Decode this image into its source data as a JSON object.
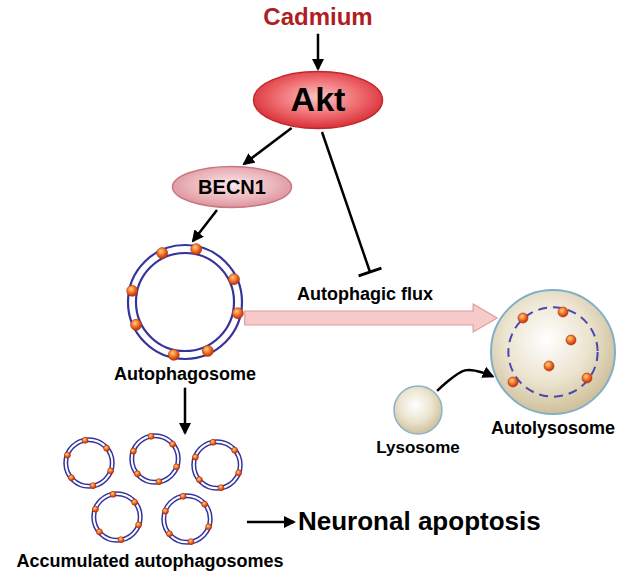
{
  "diagram": {
    "nodes": [
      {
        "text": [
          "Cadmium"
        ]
      },
      {
        "text": [
          "Akt"
        ]
      },
      {
        "text": [
          "BECN1"
        ]
      },
      {
        "text": [
          "Autophagosome"
        ]
      },
      {
        "text": [
          "Lysosome"
        ]
      },
      {
        "text": [
          "Autolysosome"
        ]
      },
      {
        "text": [
          "Accumulated autophagosomes"
        ]
      },
      {
        "text": [
          "Neuronal apoptosis"
        ]
      }
    ],
    "edges": [
      {
        "from": 0,
        "to": 1,
        "arrow": "to"
      },
      {
        "from": 1,
        "to": 2,
        "arrow": "to"
      },
      {
        "from": 2,
        "to": 3,
        "arrow": "to"
      },
      {
        "from": 3,
        "to": 5,
        "label": "Autophagic flux",
        "arrow": "to"
      },
      {
        "from": 4,
        "to": 5,
        "arrow": "to"
      },
      {
        "from": 3,
        "to": 6,
        "arrow": "to"
      },
      {
        "from": 6,
        "to": 7,
        "arrow": "to"
      }
    ]
  }
}
